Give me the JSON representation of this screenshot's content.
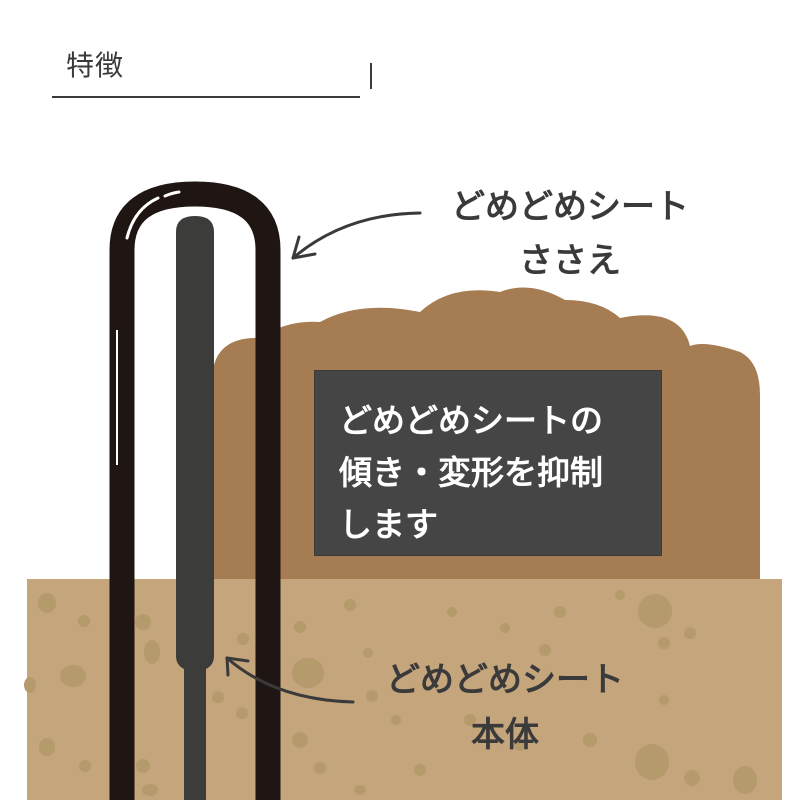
{
  "header": {
    "title": "特徴"
  },
  "labels": {
    "stake": {
      "line1": "どめどめシート",
      "line2": "ささえ"
    },
    "body": {
      "line1": "どめどめシート",
      "line2": "本体"
    }
  },
  "info_box": {
    "lines": [
      "どめどめシートの",
      "傾き・変形を抑制",
      "します"
    ]
  },
  "colors": {
    "mound": "#a67c52",
    "ground": "#c4a57c",
    "ground_spots": "#b59a6c",
    "stake": "#1f1614",
    "sheet_body": "#3c3c3a",
    "info_box_bg": "#454545",
    "text": "#3a3a3a"
  }
}
